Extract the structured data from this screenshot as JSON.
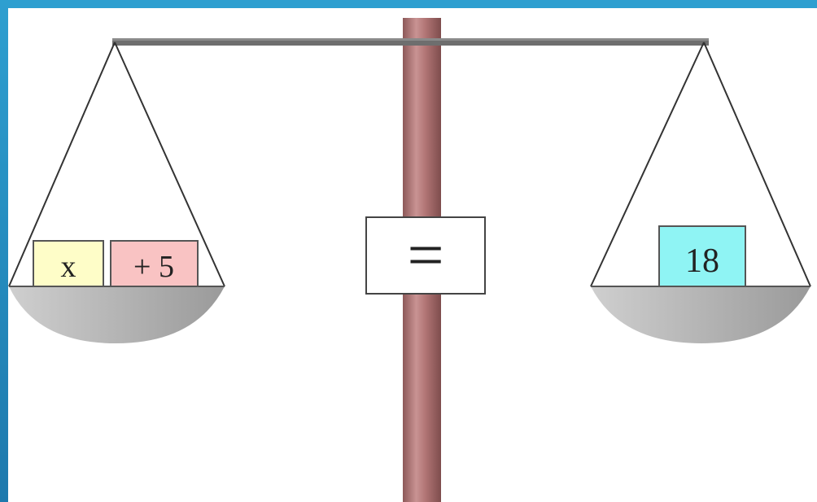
{
  "colors": {
    "frame": "#2e9fd0",
    "frame_dark": "#1d79ad",
    "pole": "#b77d7d",
    "pole_dark": "#8a5656",
    "beam": "#6d6d6d",
    "pan": "#b9b9b9",
    "x_block": "#fefdc8",
    "plus5_block": "#f9c3c3",
    "eighteen_block": "#8ff4f4",
    "equals_box": "#ffffff"
  },
  "left_pan": {
    "blocks": [
      {
        "label": "x"
      },
      {
        "label": "+ 5"
      }
    ]
  },
  "right_pan": {
    "blocks": [
      {
        "label": "18"
      }
    ]
  },
  "center": {
    "symbol": "="
  }
}
